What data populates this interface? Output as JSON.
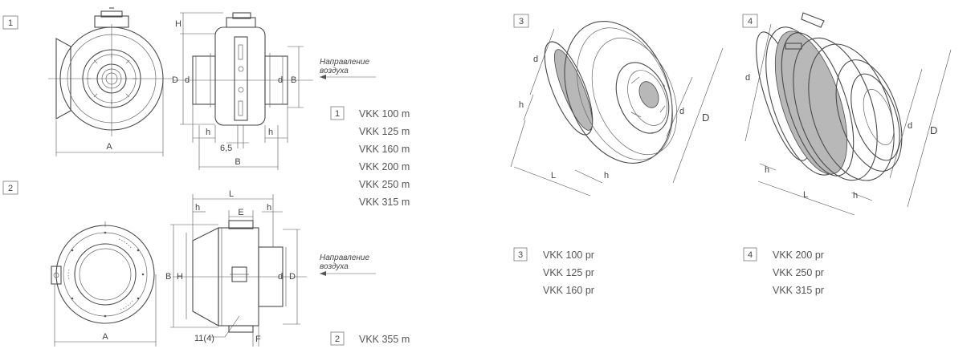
{
  "figures": [
    {
      "number": "1",
      "models": [
        "VKK 100 m",
        "VKK 125 m",
        "VKK 160 m",
        "VKK 200 m",
        "VKK 250 m",
        "VKK 315 m"
      ]
    },
    {
      "number": "2",
      "models": [
        "VKK 355 m"
      ]
    },
    {
      "number": "3",
      "models": [
        "VKK 100 pr",
        "VKK 125 pr",
        "VKK 160 pr"
      ]
    },
    {
      "number": "4",
      "models": [
        "VKK 200 pr",
        "VKK 250 pr",
        "VKK 315 pr"
      ]
    }
  ],
  "airflow_label": [
    "Направление",
    "воздуха"
  ],
  "dimension_labels": {
    "A": "A",
    "B": "B",
    "D": "D",
    "d": "d",
    "H": "H",
    "h": "h",
    "L": "L",
    "E": "E",
    "F": "F",
    "fig1_offset": "6,5",
    "fig2_holes": "11(4)"
  },
  "colors": {
    "line": "#4a4a4a",
    "fill_grey": "#b8b8b8",
    "text": "#555555"
  }
}
